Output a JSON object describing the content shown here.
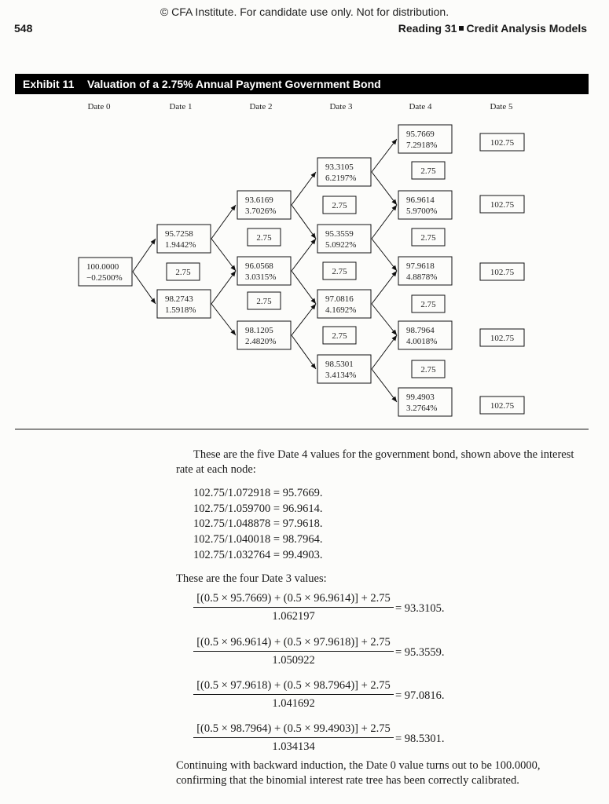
{
  "header": {
    "copyright": "© CFA Institute. For candidate use only. Not for distribution.",
    "page_number": "548",
    "reading": "Reading 31",
    "reading_title": "Credit Analysis Models"
  },
  "exhibit": {
    "label": "Exhibit 11",
    "title": "Valuation of a 2.75% Annual Payment Government Bond",
    "dates": [
      "Date 0",
      "Date 1",
      "Date 2",
      "Date 3",
      "Date 4",
      "Date 5"
    ],
    "nodes": [
      {
        "value": "100.0000",
        "rate": "−0.2500%"
      },
      {
        "value": "95.7258",
        "rate": "1.9442%"
      },
      {
        "value": "98.2743",
        "rate": "1.5918%"
      },
      {
        "value": "93.6169",
        "rate": "3.7026%"
      },
      {
        "value": "96.0568",
        "rate": "3.0315%"
      },
      {
        "value": "98.1205",
        "rate": "2.4820%"
      },
      {
        "value": "93.3105",
        "rate": "6.2197%"
      },
      {
        "value": "95.3559",
        "rate": "5.0922%"
      },
      {
        "value": "97.0816",
        "rate": "4.1692%"
      },
      {
        "value": "98.5301",
        "rate": "3.4134%"
      },
      {
        "value": "95.7669",
        "rate": "7.2918%"
      },
      {
        "value": "96.9614",
        "rate": "5.9700%"
      },
      {
        "value": "97.9618",
        "rate": "4.8878%"
      },
      {
        "value": "98.7964",
        "rate": "4.0018%"
      },
      {
        "value": "99.4903",
        "rate": "3.2764%"
      }
    ],
    "coupon": "2.75",
    "final_value": "102.75"
  },
  "body": {
    "para1": "These are the five Date 4 values for the government bond, shown above the interest rate at each node:",
    "date4_values": [
      "102.75/1.072918 = 95.7669.",
      "102.75/1.059700 = 96.9614.",
      "102.75/1.048878 = 97.9618.",
      "102.75/1.040018 = 98.7964.",
      "102.75/1.032764 = 99.4903."
    ],
    "para2": "These are the four Date 3 values:",
    "date3_fractions": [
      {
        "numerator": "[(0.5 × 95.7669) + (0.5 × 96.9614)] + 2.75",
        "denominator": "1.062197",
        "result": "= 93.3105."
      },
      {
        "numerator": "[(0.5 × 96.9614) + (0.5 × 97.9618)] + 2.75",
        "denominator": "1.050922",
        "result": "= 95.3559."
      },
      {
        "numerator": "[(0.5 × 97.9618) + (0.5 × 98.7964)] + 2.75",
        "denominator": "1.041692",
        "result": "= 97.0816."
      },
      {
        "numerator": "[(0.5 × 98.7964) + (0.5 × 99.4903)] + 2.75",
        "denominator": "1.034134",
        "result": "= 98.5301."
      }
    ],
    "para3": "Continuing with backward induction, the Date 0 value turns out to be 100.0000, confirming that the binomial interest rate tree has been correctly calibrated."
  }
}
